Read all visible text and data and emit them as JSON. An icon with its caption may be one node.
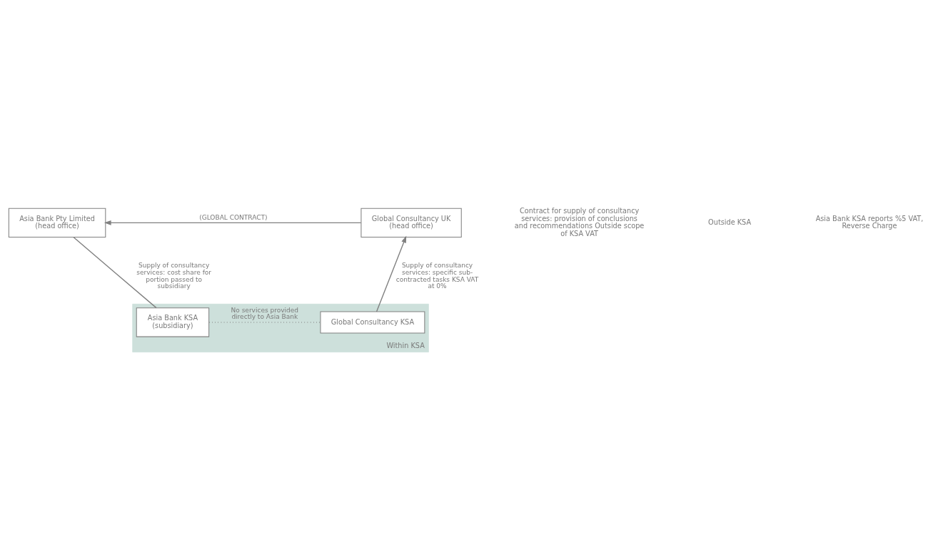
{
  "diagram": {
    "nodes": [
      {
        "text": [
          "Asia Bank Pty Limited (head office)"
        ]
      },
      {
        "text": [
          "Global Consultancy UK (head office)"
        ]
      },
      {
        "text": [
          "Within KSA"
        ]
      },
      {
        "text": [
          "Asia Bank KSA (subsidiary)"
        ],
        "in": 2
      },
      {
        "text": [
          "Global Consultancy KSA"
        ],
        "in": 2
      }
    ],
    "edges": [
      {
        "from": 1,
        "to": 0,
        "arrow": "to",
        "label": "(GLOBAL CONTRACT)"
      },
      {
        "from": 0,
        "to": 3,
        "arrow": "none",
        "label": "Supply of consultancy services: cost share for portion passed to subsidiary"
      },
      {
        "from": 4,
        "to": 1,
        "arrow": "to",
        "label": "Supply of consultancy services: specific sub-contracted tasks KSA VAT at 0%"
      },
      {
        "from": 3,
        "to": 4,
        "arrow": "none",
        "style": "dashed",
        "label": "No services provided directly to Asia Bank"
      }
    ],
    "labels": [
      "Contract for supply of consultancy services: provision of conclusions and recommendations Outside scope of KSA VAT",
      "Outside KSA",
      "Asia Bank KSA reports %5 VAT, Reverse Charge"
    ]
  }
}
